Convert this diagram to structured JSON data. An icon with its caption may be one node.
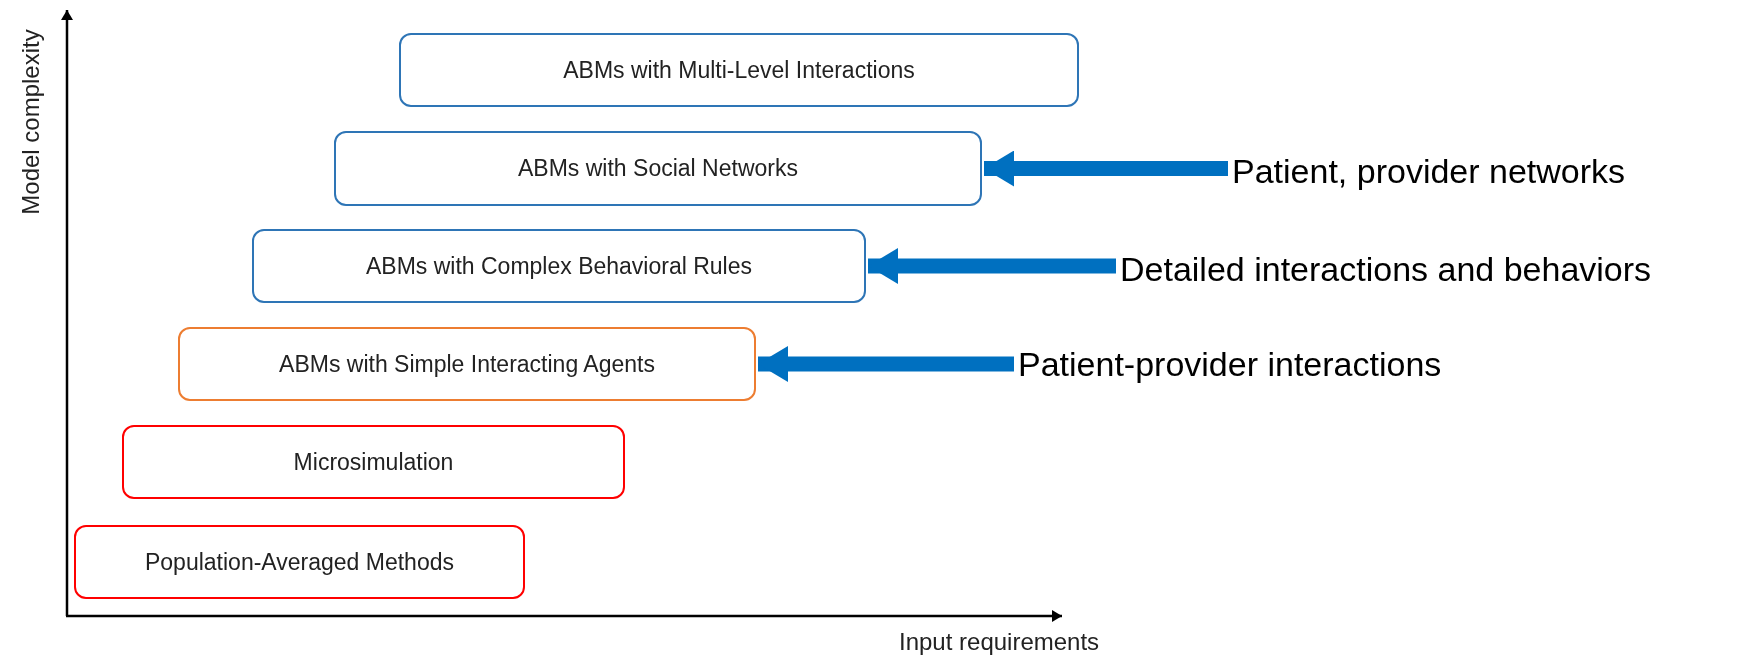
{
  "diagram": {
    "nodes": [
      {
        "text": [
          "ABMs with Multi-Level Interactions"
        ]
      },
      {
        "text": [
          "ABMs with Social Networks"
        ]
      },
      {
        "text": [
          "Patient, provider networks"
        ]
      },
      {
        "text": [
          "ABMs with Complex Behavioral Rules"
        ]
      },
      {
        "text": [
          "Detailed interactions and behaviors"
        ]
      },
      {
        "text": [
          "ABMs with Simple Interacting Agents"
        ]
      },
      {
        "text": [
          "Patient-provider interactions"
        ]
      },
      {
        "text": [
          "Microsimulation"
        ]
      },
      {
        "text": [
          "Population-Averaged Methods"
        ]
      }
    ],
    "edges": [
      {
        "from": 2,
        "to": 1,
        "arrow": "to"
      },
      {
        "from": 4,
        "to": 3,
        "arrow": "to"
      },
      {
        "from": 6,
        "to": 5,
        "arrow": "to"
      }
    ],
    "labels": [
      "Model complexity",
      "Input requirements"
    ]
  }
}
